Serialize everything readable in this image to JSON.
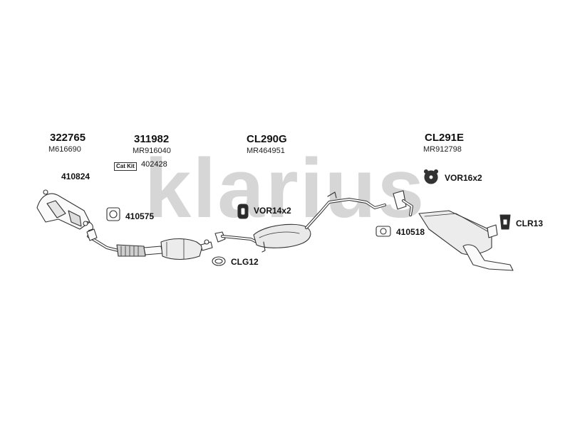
{
  "watermark": {
    "text": "klarius",
    "color": "#d4d4d4"
  },
  "assemblies": [
    {
      "part_number": "322765",
      "oe_number": "M616690"
    },
    {
      "part_number": "311982",
      "oe_number": "MR916040"
    },
    {
      "part_number": "CL290G",
      "oe_number": "MR464951"
    },
    {
      "part_number": "CL291E",
      "oe_number": "MR912798"
    }
  ],
  "cat_kit": {
    "badge": "Cat Kit",
    "number": "402428"
  },
  "fittings": {
    "gasket_410824": "410824",
    "gasket_410575": "410575",
    "mount_vor14x2": "VOR14x2",
    "clamp_clg12": "CLG12",
    "mount_vor16x2": "VOR16x2",
    "gasket_410518": "410518",
    "rubber_clr13": "CLR13"
  }
}
